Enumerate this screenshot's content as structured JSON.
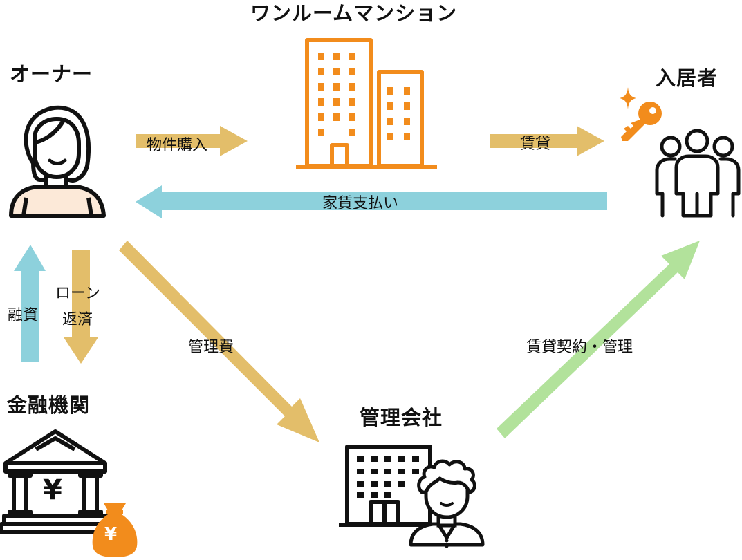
{
  "nodes": {
    "owner": "オーナー",
    "mansion": "ワンルームマンション",
    "tenant": "入居者",
    "bank": "金融機関",
    "management": "管理会社"
  },
  "edges": {
    "purchase": "物件購入",
    "lease": "賃貸",
    "rent": "家賃支払い",
    "financing": "融資",
    "repay_line1": "ローン",
    "repay_line2": "返済",
    "mgmt_fee": "管理費",
    "contract": "賃貸契約・管理"
  },
  "icons": {
    "bank_symbol": "¥",
    "money_symbol": "¥"
  },
  "colors": {
    "orange": "#F28C1C",
    "gold_arrow": "#E3BE6A",
    "blue_arrow": "#8DD1DC",
    "green_arrow": "#B2E29B",
    "skin": "#FCE9D8",
    "black": "#111111"
  }
}
